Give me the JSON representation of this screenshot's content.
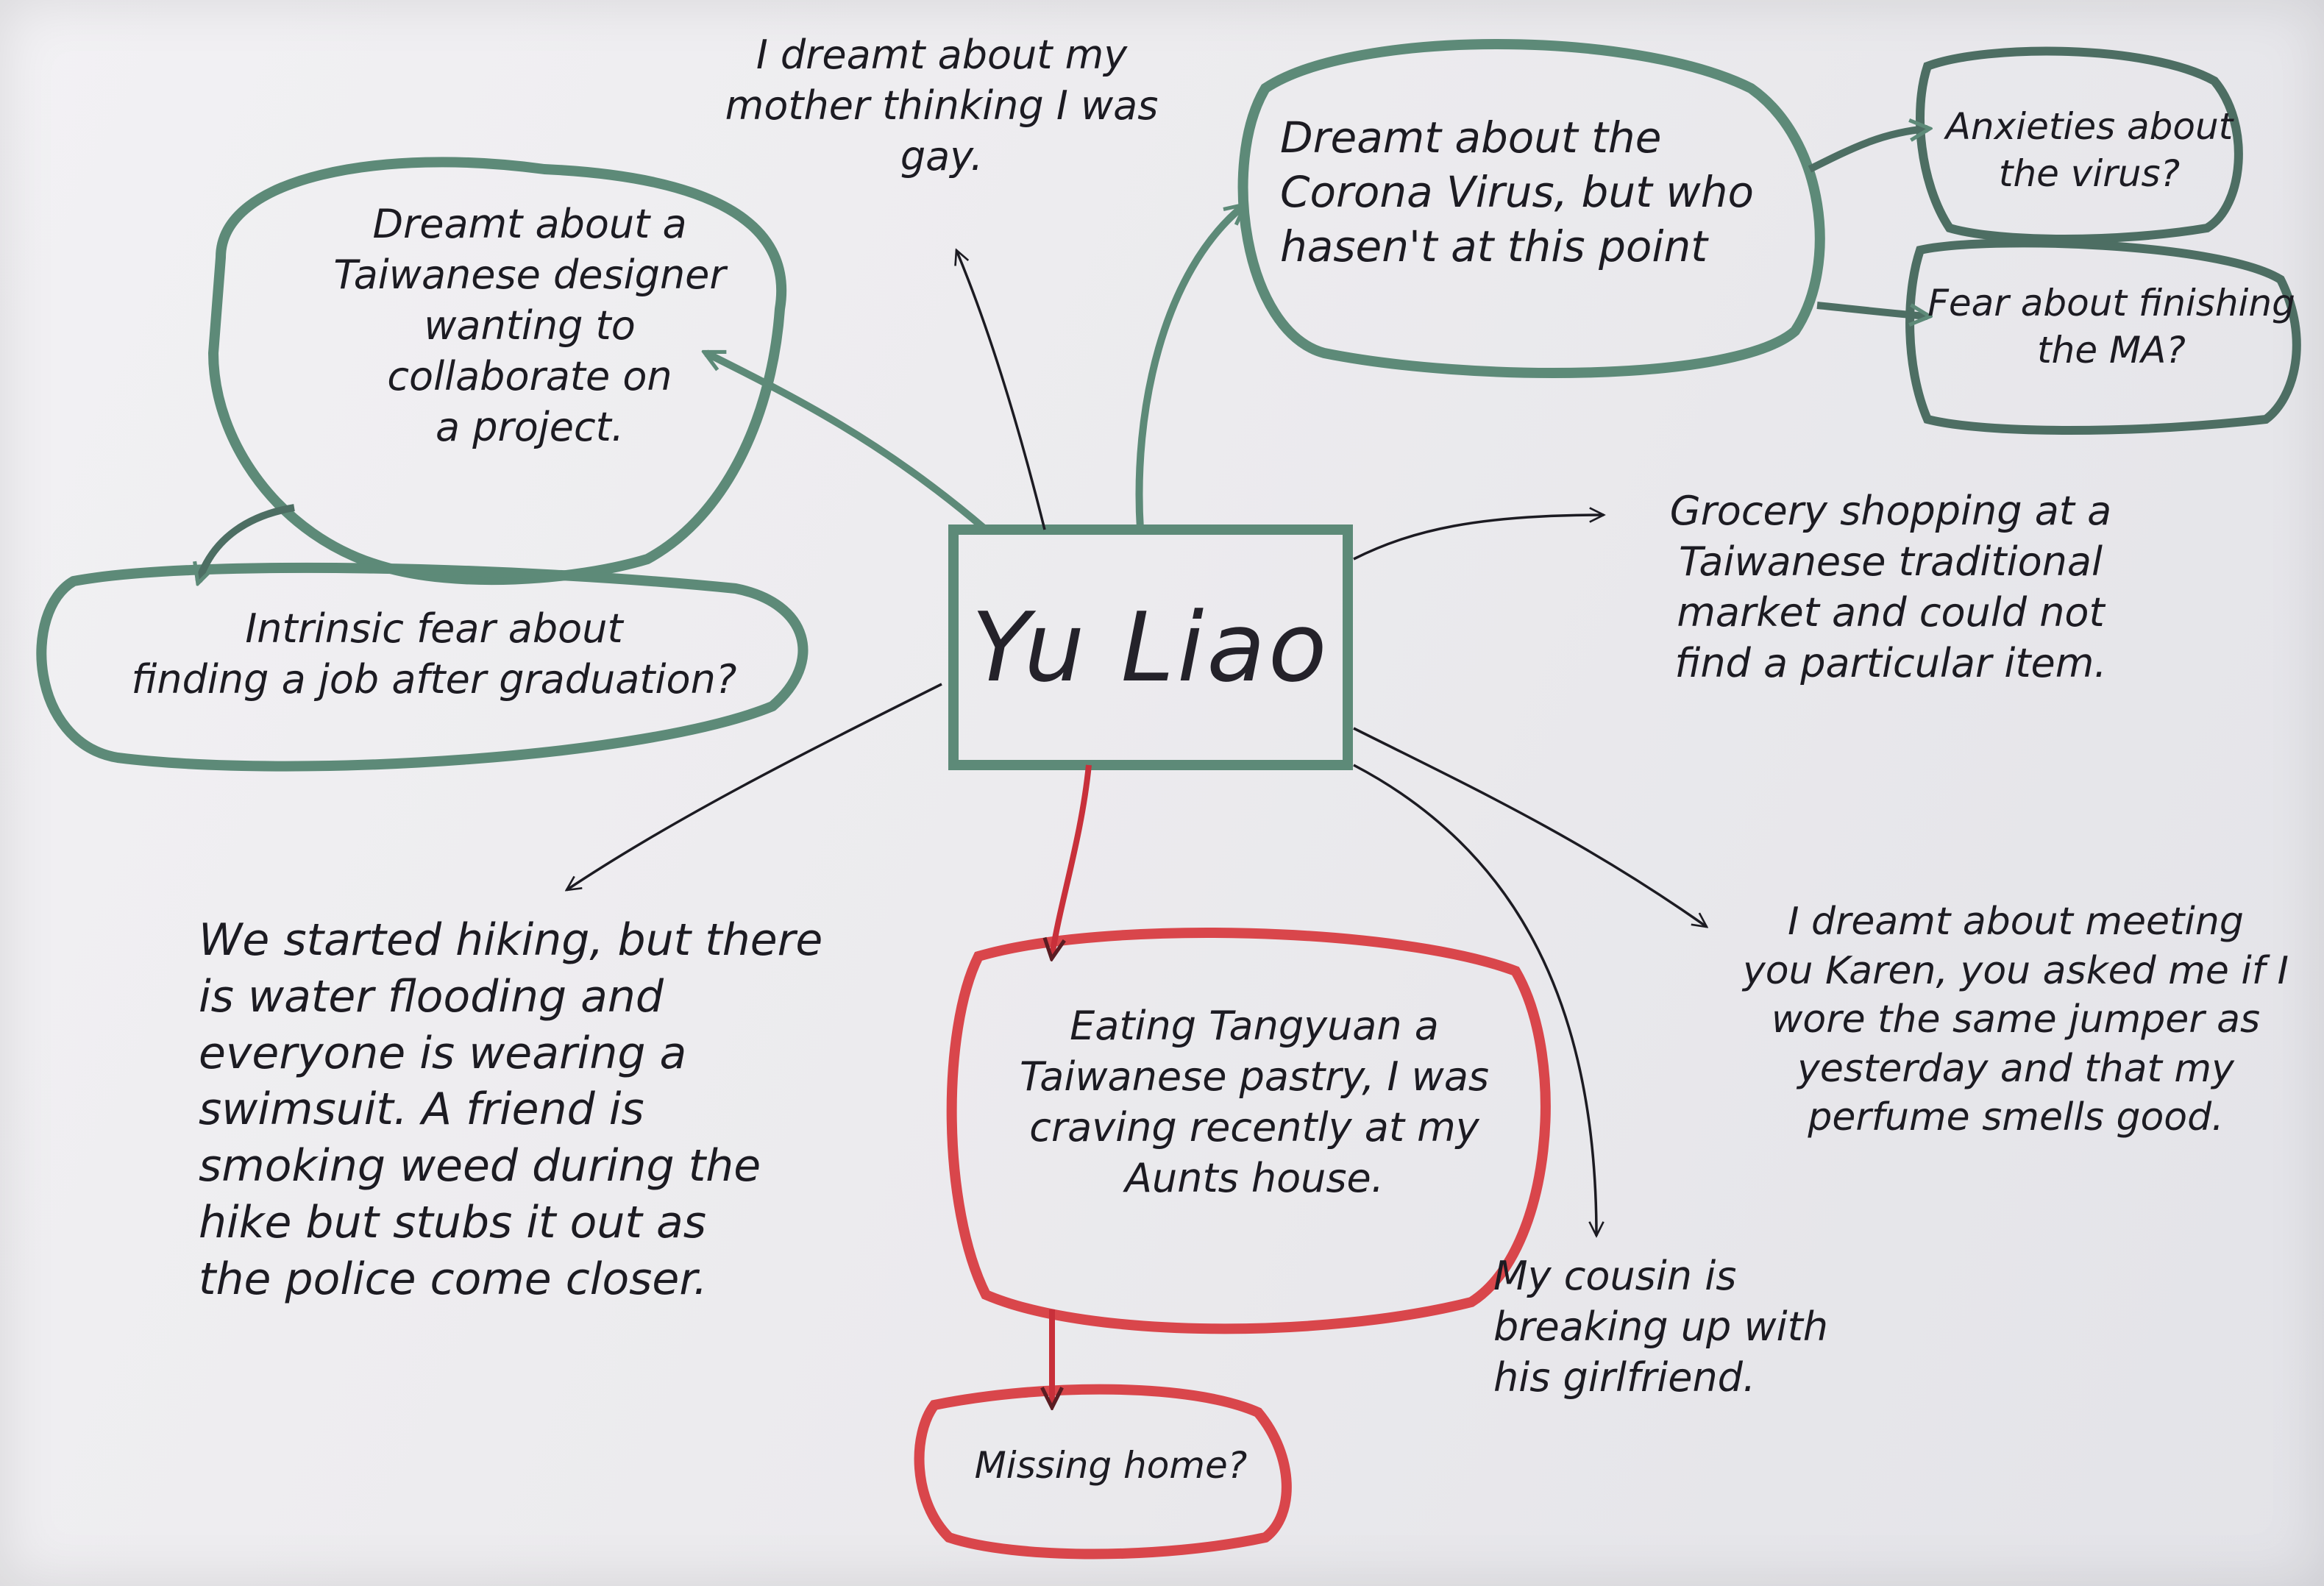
{
  "title": "Yu Liao",
  "colors": {
    "paper": "#efeef1",
    "green": "#5d8a78",
    "red": "#d9464b",
    "ink": "#1c1b22"
  },
  "nodes": {
    "designer": "Dreamt about a\nTaiwanese designer\nwanting to\ncollaborate on\na project.",
    "job_fear": "Intrinsic fear about\nfinding a job after graduation?",
    "mother": "I dreamt about my\nmother thinking I was\ngay.",
    "corona": "Dreamt about the\nCorona Virus, but who\nhasen't at this point",
    "anxieties": "Anxieties about\nthe virus?",
    "ma_fear": "Fear about finishing\nthe MA?",
    "grocery": "Grocery shopping at a\nTaiwanese traditional\nmarket and could not\nfind a particular item.",
    "hiking": "We started hiking, but there\nis water flooding and\neveryone is wearing a\nswimsuit. A friend is\nsmoking weed during the\nhike but stubs it out as\nthe police come closer.",
    "tangyuan": "Eating Tangyuan a\nTaiwanese pastry, I was\ncraving recently at my\nAunts house.",
    "missing_home": "Missing home?",
    "cousin": "My cousin is\nbreaking up with\nhis girlfriend.",
    "karen": "I dreamt about meeting\nyou Karen, you asked me if I\nwore the same jumper as\nyesterday and that my\nperfume smells good."
  }
}
